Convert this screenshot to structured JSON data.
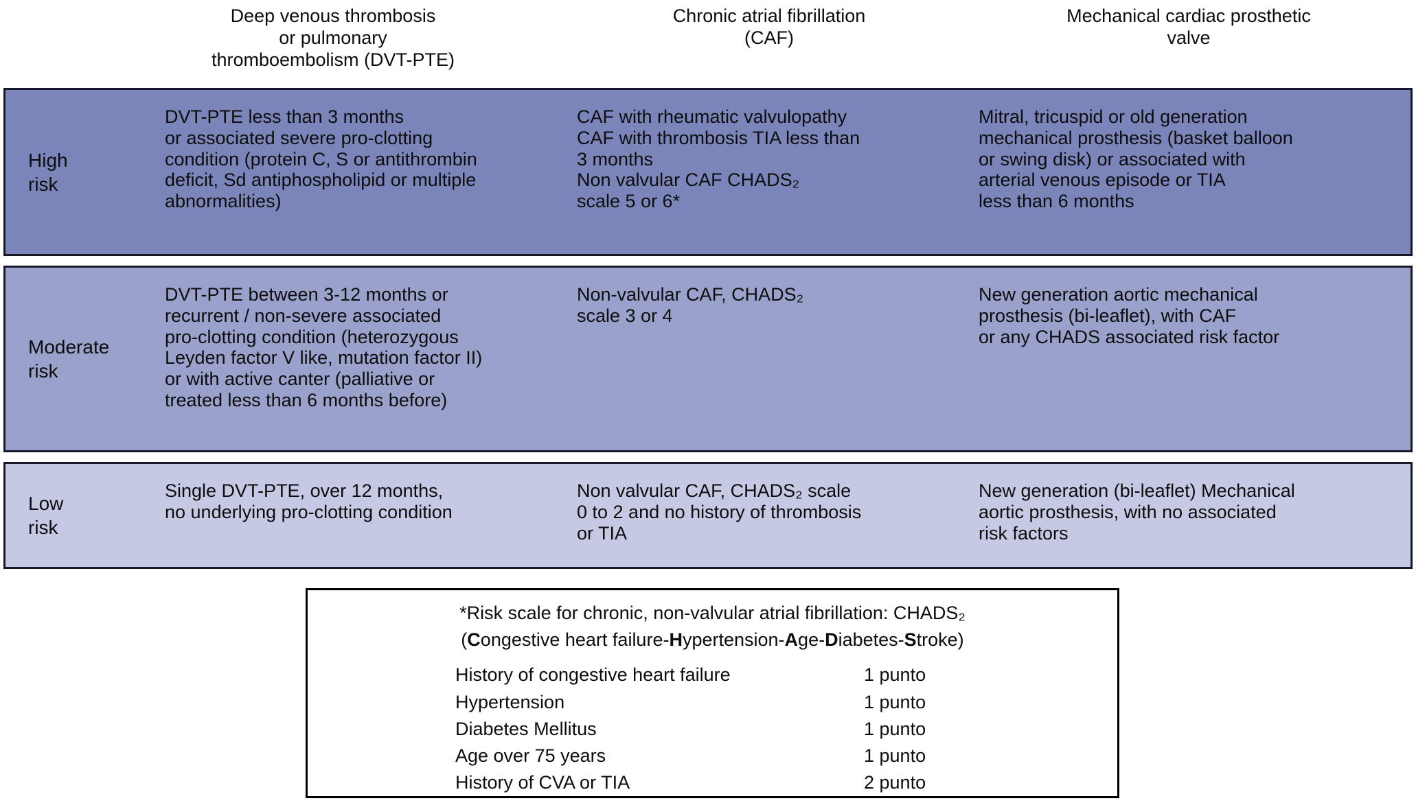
{
  "colors": {
    "high_row_bg": "#7b85b9",
    "moderate_row_bg": "#9aa2cc",
    "low_row_bg": "#c5c9e3",
    "row_border": "#17172a",
    "footnote_border": "#000000",
    "text": "#0d0d0d"
  },
  "header": {
    "dvt_lines": [
      "Deep venous thrombosis",
      "or pulmonary",
      "thromboembolism (DVT-PTE)"
    ],
    "caf_lines": [
      "Chronic atrial fibrillation",
      "(CAF)"
    ],
    "valve_lines": [
      "Mechanical cardiac prosthetic",
      "valve"
    ]
  },
  "rows": [
    {
      "label_lines": [
        "High",
        "risk"
      ],
      "dvt_lines": [
        "DVT-PTE less than 3 months",
        "or associated severe pro-clotting",
        "condition (protein C, S or antithrombin",
        "deficit, Sd antiphospholipid or multiple",
        "abnormalities)"
      ],
      "caf_lines": [
        "CAF with rheumatic valvulopathy",
        "CAF with thrombosis TIA less than",
        "3 months",
        "Non valvular CAF CHADS₂",
        "scale 5 or 6*"
      ],
      "valve_lines": [
        "Mitral, tricuspid or old generation",
        "mechanical prosthesis (basket balloon",
        "or swing disk) or associated with",
        "arterial venous episode or TIA",
        "less than 6 months"
      ]
    },
    {
      "label_lines": [
        "Moderate",
        "risk"
      ],
      "dvt_lines": [
        "DVT-PTE between 3-12 months or",
        "recurrent / non-severe associated",
        "pro-clotting condition (heterozygous",
        "Leyden factor V like, mutation factor II)",
        "or with active canter (palliative or",
        "treated less than 6 months before)"
      ],
      "caf_lines": [
        "Non-valvular CAF, CHADS₂",
        "scale 3 or 4"
      ],
      "valve_lines": [
        "New generation aortic mechanical",
        "prosthesis (bi-leaflet), with CAF",
        "or any CHADS associated risk factor"
      ]
    },
    {
      "label_lines": [
        "Low",
        "risk"
      ],
      "dvt_lines": [
        "Single DVT-PTE, over 12 months,",
        "no underlying pro-clotting condition"
      ],
      "caf_lines": [
        "Non valvular CAF, CHADS₂ scale",
        "0 to 2 and no history of thrombosis",
        "or TIA"
      ],
      "valve_lines": [
        "New generation (bi-leaflet) Mechanical",
        "aortic prosthesis, with no associated",
        "risk factors"
      ]
    }
  ],
  "footnote": {
    "title_line1": "*Risk scale for chronic, non-valvular atrial fibrillation: CHADS₂",
    "title_line2_segments": [
      {
        "t": "(",
        "b": false
      },
      {
        "t": "C",
        "b": true
      },
      {
        "t": "ongestive heart failure-",
        "b": false
      },
      {
        "t": "H",
        "b": true
      },
      {
        "t": "ypertension-",
        "b": false
      },
      {
        "t": "A",
        "b": true
      },
      {
        "t": "ge-",
        "b": false
      },
      {
        "t": "D",
        "b": true
      },
      {
        "t": "iabetes-",
        "b": false
      },
      {
        "t": "S",
        "b": true
      },
      {
        "t": "troke)",
        "b": false
      }
    ],
    "items": [
      {
        "label": "History of congestive heart failure",
        "value": "1 punto"
      },
      {
        "label": "Hypertension",
        "value": "1 punto"
      },
      {
        "label": "Diabetes Mellitus",
        "value": "1 punto"
      },
      {
        "label": "Age over 75 years",
        "value": "1 punto"
      },
      {
        "label": "History of CVA or TIA",
        "value": "2 punto"
      }
    ]
  }
}
